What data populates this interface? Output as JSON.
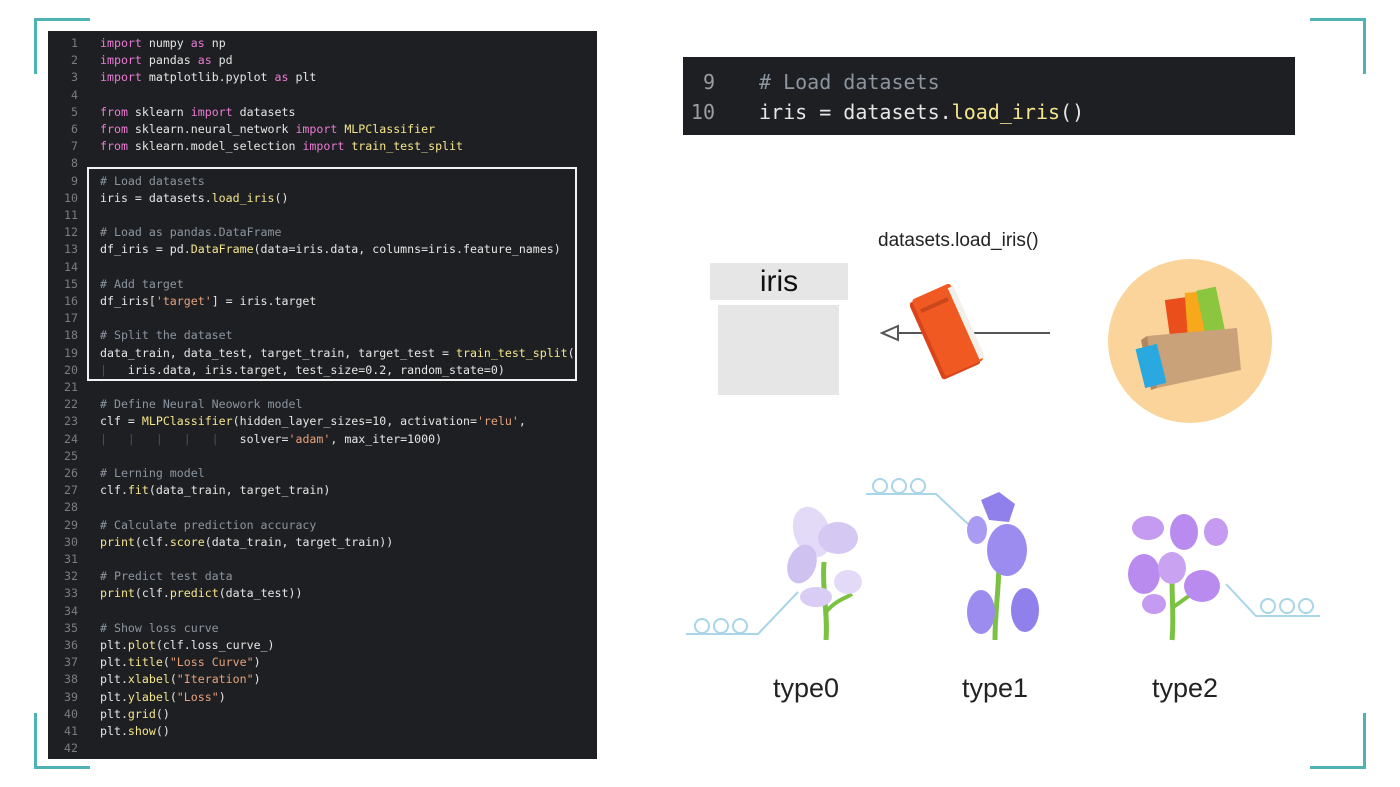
{
  "editor": {
    "lines": [
      {
        "n": "1",
        "code": "<span class='kw'>import</span> numpy <span class='kw'>as</span> np"
      },
      {
        "n": "2",
        "code": "<span class='kw'>import</span> pandas <span class='kw'>as</span> pd"
      },
      {
        "n": "3",
        "code": "<span class='kw'>import</span> matplotlib.pyplot <span class='kw'>as</span> plt"
      },
      {
        "n": "4",
        "code": ""
      },
      {
        "n": "5",
        "code": "<span class='kw'>from</span> sklearn <span class='kw'>import</span> datasets"
      },
      {
        "n": "6",
        "code": "<span class='kw'>from</span> sklearn.neural_network <span class='kw'>import</span> <span class='fn'>MLPClassifier</span>"
      },
      {
        "n": "7",
        "code": "<span class='kw'>from</span> sklearn.model_selection <span class='kw'>import</span> <span class='fn'>train_test_split</span>"
      },
      {
        "n": "8",
        "code": ""
      },
      {
        "n": "9",
        "code": "<span class='cm'># Load datasets</span>"
      },
      {
        "n": "10",
        "code": "iris = datasets.<span class='fn'>load_iris</span>()"
      },
      {
        "n": "11",
        "code": ""
      },
      {
        "n": "12",
        "code": "<span class='cm'># Load as pandas.DataFrame</span>"
      },
      {
        "n": "13",
        "code": "df_iris = pd.<span class='fn'>DataFrame</span>(data=iris.data, columns=iris.feature_names)"
      },
      {
        "n": "14",
        "code": ""
      },
      {
        "n": "15",
        "code": "<span class='cm'># Add target</span>"
      },
      {
        "n": "16",
        "code": "df_iris[<span class='st'>'target'</span>] = iris.target"
      },
      {
        "n": "17",
        "code": ""
      },
      {
        "n": "18",
        "code": "<span class='cm'># Split the dataset</span>"
      },
      {
        "n": "19",
        "code": "data_train, data_test, target_train, target_test = <span class='fn'>train_test_split</span>("
      },
      {
        "n": "20",
        "code": "<span class='guide'>|</span>   iris.data, iris.target, test_size=0.2, random_state=0)"
      },
      {
        "n": "21",
        "code": ""
      },
      {
        "n": "22",
        "code": "<span class='cm'># Define Neural Neowork model</span>"
      },
      {
        "n": "23",
        "code": "clf = <span class='fn'>MLPClassifier</span>(hidden_layer_sizes=10, activation=<span class='st'>'relu'</span>,"
      },
      {
        "n": "24",
        "code": "<span class='guide'>|   |   |   |   |</span>   solver=<span class='st'>'adam'</span>, max_iter=1000)"
      },
      {
        "n": "25",
        "code": ""
      },
      {
        "n": "26",
        "code": "<span class='cm'># Lerning model</span>"
      },
      {
        "n": "27",
        "code": "clf.<span class='fn'>fit</span>(data_train, target_train)"
      },
      {
        "n": "28",
        "code": ""
      },
      {
        "n": "29",
        "code": "<span class='cm'># Calculate prediction accuracy</span>"
      },
      {
        "n": "30",
        "code": "<span class='fn'>print</span>(clf.<span class='fn'>score</span>(data_train, target_train))"
      },
      {
        "n": "31",
        "code": ""
      },
      {
        "n": "32",
        "code": "<span class='cm'># Predict test data</span>"
      },
      {
        "n": "33",
        "code": "<span class='fn'>print</span>(clf.<span class='fn'>predict</span>(data_test))"
      },
      {
        "n": "34",
        "code": ""
      },
      {
        "n": "35",
        "code": "<span class='cm'># Show loss curve</span>"
      },
      {
        "n": "36",
        "code": "plt.<span class='fn'>plot</span>(clf.loss_curve_)"
      },
      {
        "n": "37",
        "code": "plt.<span class='fn'>title</span>(<span class='st'>\"Loss Curve\"</span>)"
      },
      {
        "n": "38",
        "code": "plt.<span class='fn'>xlabel</span>(<span class='st'>\"Iteration\"</span>)"
      },
      {
        "n": "39",
        "code": "plt.<span class='fn'>ylabel</span>(<span class='st'>\"Loss\"</span>)"
      },
      {
        "n": "40",
        "code": "plt.<span class='fn'>grid</span>()"
      },
      {
        "n": "41",
        "code": "plt.<span class='fn'>show</span>()"
      },
      {
        "n": "42",
        "code": ""
      }
    ]
  },
  "zoom": {
    "lines": [
      {
        "n": "9",
        "code": "<span class='cm'># Load datasets</span>"
      },
      {
        "n": "10",
        "code": "iris = datasets.<span class='fn'>load_iris</span>()"
      }
    ]
  },
  "diagram": {
    "load_label": "datasets.load_iris()",
    "iris_label": "iris",
    "types": [
      "type0",
      "type1",
      "type2"
    ]
  },
  "colors": {
    "accent": "#4fb3b6",
    "editor_bg": "#1e1f22",
    "book_orange": "#f05a22",
    "circle_bg": "#fbd49b",
    "flower_type0": "#d9ccf5",
    "flower_type1": "#9c8cf0",
    "flower_type2": "#c49bf0",
    "stem": "#7cc242"
  }
}
